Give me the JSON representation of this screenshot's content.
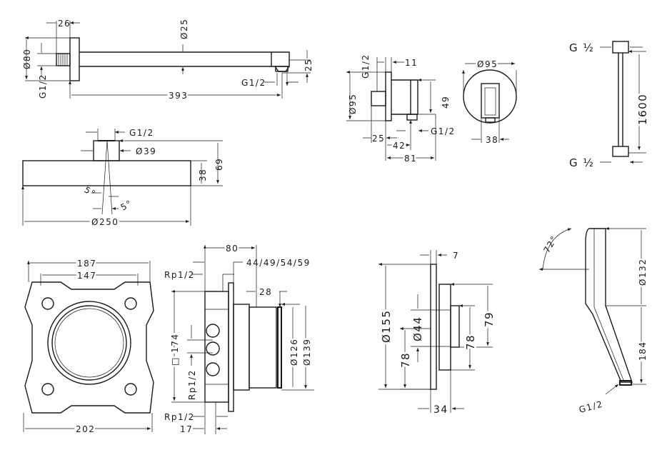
{
  "drawing": {
    "shower_arm": {
      "flange_depth": "26",
      "pipe_dia": "Ø25",
      "flange_dia": "Ø80",
      "inlet_thread": "G1/2",
      "outlet_thread": "G1/2",
      "outlet_height": "25",
      "length": "393"
    },
    "overhead_shower": {
      "thread": "G1/2",
      "neck_dia": "Ø39",
      "head_height": "38",
      "total_height": "69",
      "angle_left": "5°",
      "angle_right": "5°",
      "diameter": "Ø250"
    },
    "wall_outlet": {
      "thread_top": "G1/2",
      "flange_depth": "11",
      "flange_dia": "Ø95",
      "holder_height": "49",
      "thread_bottom": "G1/2",
      "inlet_len": "25",
      "depth_42": "42",
      "depth_81": "81",
      "front_dia": "Ø95",
      "front_width": "38"
    },
    "hose": {
      "top_thread": "G ½",
      "length": "1600",
      "bottom_thread": "G ½"
    },
    "mounting_plate": {
      "outer_width": "187",
      "inner_width": "147",
      "bottom_width": "202"
    },
    "basic_set": {
      "depth": "80",
      "wall_depths": "44/49/54/59",
      "rp_top": "Rp1/2",
      "sleeve": "28",
      "height": "□ 174",
      "rp_mid": "Rp1/2",
      "dia_126": "Ø126",
      "dia_139": "Ø139",
      "rp_bottom": "Rp1/2",
      "offset": "17"
    },
    "trim": {
      "plate_depth": "7",
      "plate_dia": "Ø155",
      "knob_dia": "Ø44",
      "upper_height": "79",
      "lower_height": "78",
      "center_height": "78",
      "projection": "34"
    },
    "hand_shower": {
      "angle": "72°",
      "head_dia": "Ø132",
      "length": "184",
      "thread": "G1/2"
    }
  }
}
